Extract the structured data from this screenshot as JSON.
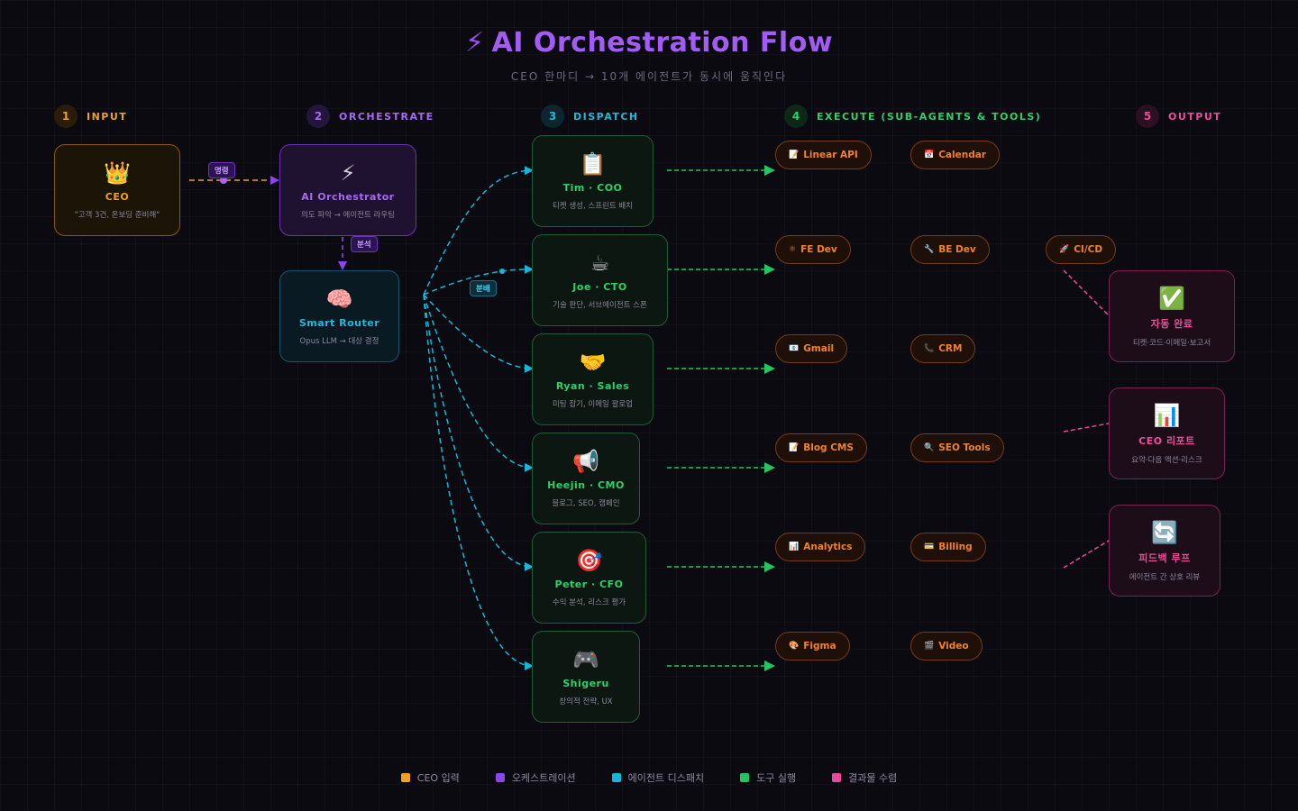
{
  "header": {
    "icon": "⚡",
    "title": "AI Orchestration Flow",
    "subtitle": "CEO 한마디 → 10개 에이전트가 동시에 움직인다"
  },
  "stages": [
    {
      "num": "1",
      "label": "INPUT",
      "color": "#f0a21d"
    },
    {
      "num": "2",
      "label": "ORCHESTRATE",
      "color": "#a66af2"
    },
    {
      "num": "3",
      "label": "DISPATCH",
      "color": "#22b8d8"
    },
    {
      "num": "4",
      "label": "EXECUTE (SUB-AGENTS & TOOLS)",
      "color": "#2dd06a"
    },
    {
      "num": "5",
      "label": "OUTPUT",
      "color": "#ef4b9a"
    }
  ],
  "input": {
    "icon": "👑",
    "name": "CEO",
    "desc": "\"고객 3건, 온보딩 준비해\""
  },
  "orchestrator": {
    "icon": "⚡",
    "name": "AI Orchestrator",
    "desc": "의도 파악 → 에이전트 라우팅"
  },
  "router": {
    "icon": "🧠",
    "name": "Smart Router",
    "desc": "Opus LLM → 대상 결정"
  },
  "edge_labels": {
    "command": "명령",
    "analyze": "분석",
    "distribute": "분배"
  },
  "agents": [
    {
      "icon": "📋",
      "name": "Tim · COO",
      "desc": "티켓 생성, 스프린트 배치"
    },
    {
      "icon": "☕",
      "name": "Joe · CTO",
      "desc": "기술 판단, 서브에이전트 스폰"
    },
    {
      "icon": "🤝",
      "name": "Ryan · Sales",
      "desc": "미팅 잡기, 이메일 팔로업"
    },
    {
      "icon": "📢",
      "name": "Heejin · CMO",
      "desc": "블로그, SEO, 캠페인"
    },
    {
      "icon": "🎯",
      "name": "Peter · CFO",
      "desc": "수익 분석, 리스크 평가"
    },
    {
      "icon": "🎮",
      "name": "Shigeru",
      "desc": "창의적 전략, UX"
    }
  ],
  "tools": [
    {
      "icon": "📝",
      "label": "Linear API"
    },
    {
      "icon": "📅",
      "label": "Calendar"
    },
    {
      "icon": "⚛",
      "label": "FE Dev"
    },
    {
      "icon": "🔧",
      "label": "BE Dev"
    },
    {
      "icon": "🚀",
      "label": "CI/CD"
    },
    {
      "icon": "📧",
      "label": "Gmail"
    },
    {
      "icon": "📞",
      "label": "CRM"
    },
    {
      "icon": "📝",
      "label": "Blog CMS"
    },
    {
      "icon": "🔍",
      "label": "SEO Tools"
    },
    {
      "icon": "📊",
      "label": "Analytics"
    },
    {
      "icon": "💳",
      "label": "Billing"
    },
    {
      "icon": "🎨",
      "label": "Figma"
    },
    {
      "icon": "🎬",
      "label": "Video"
    }
  ],
  "outputs": [
    {
      "icon": "✅",
      "name": "자동 완료",
      "desc": "티켓·코드·이메일·보고서"
    },
    {
      "icon": "📊",
      "name": "CEO 리포트",
      "desc": "요약·다음 액션·리스크"
    },
    {
      "icon": "🔄",
      "name": "피드백 루프",
      "desc": "에이전트 간 상호 리뷰"
    }
  ],
  "legend": [
    {
      "label": "CEO 입력",
      "color": "#f0a21d"
    },
    {
      "label": "오케스트레이션",
      "color": "#8b45e8"
    },
    {
      "label": "에이전트 디스패치",
      "color": "#17b6d6"
    },
    {
      "label": "도구 실행",
      "color": "#22c55e"
    },
    {
      "label": "결과물 수렴",
      "color": "#ec4899"
    }
  ],
  "colors": {
    "input": "#f0a21d",
    "orchestrate": "#8b45e8",
    "dispatch": "#17b6d6",
    "execute": "#22c55e",
    "output": "#ec4899"
  }
}
